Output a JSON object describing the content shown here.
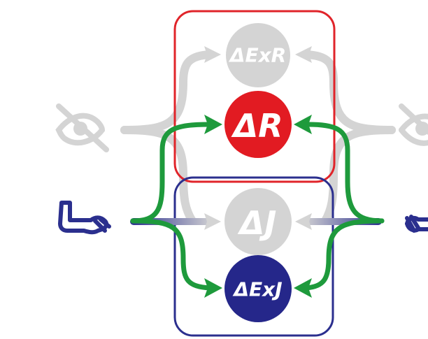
{
  "nodes": {
    "dexr": {
      "label": "ΔExR"
    },
    "dr": {
      "label": "ΔR"
    },
    "dj": {
      "label": "ΔJ"
    },
    "dexj": {
      "label": "ΔExJ"
    }
  },
  "colors": {
    "red_box": "#e0242a",
    "red_node": "#e21b22",
    "blue_box": "#2b2f8e",
    "blue_node": "#25278a",
    "gray": "#d4d4d4",
    "green": "#1e9a3c",
    "background": "#ffffff"
  },
  "icons": {
    "left_eye": "eye-slash-icon",
    "right_eye": "eye-slash-icon",
    "left_arm": "bent-arm-icon",
    "right_arm": "straight-arm-icon"
  }
}
